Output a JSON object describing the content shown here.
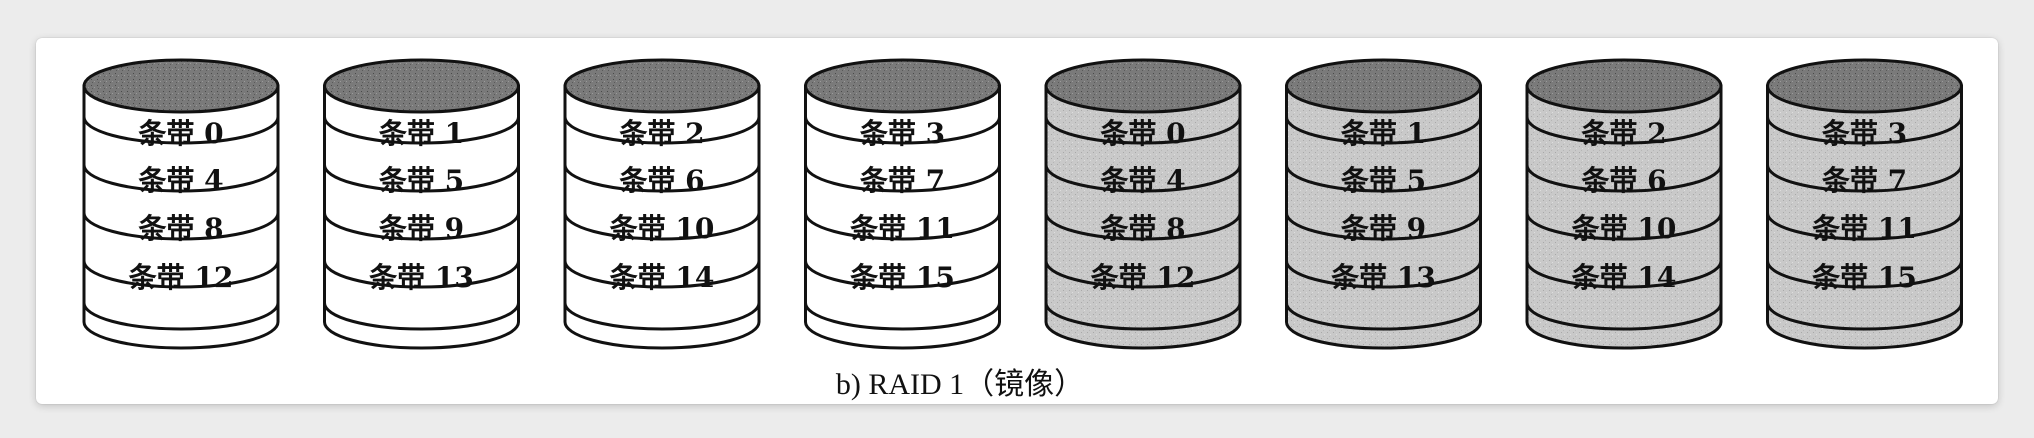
{
  "figure": {
    "caption": "b) RAID 1（镜像）",
    "colors": {
      "data_disk_fill": "#ffffff",
      "mirror_disk_fill": "#c9c9c9",
      "disk_top_fill": "#7d7d7d",
      "outline": "#111111"
    },
    "disks": [
      {
        "role": "data",
        "stripes": [
          "条带 0",
          "条带 4",
          "条带 8",
          "条带 12"
        ]
      },
      {
        "role": "data",
        "stripes": [
          "条带 1",
          "条带 5",
          "条带 9",
          "条带 13"
        ]
      },
      {
        "role": "data",
        "stripes": [
          "条带 2",
          "条带 6",
          "条带 10",
          "条带 14"
        ]
      },
      {
        "role": "data",
        "stripes": [
          "条带 3",
          "条带 7",
          "条带 11",
          "条带 15"
        ]
      },
      {
        "role": "mirror",
        "stripes": [
          "条带 0",
          "条带 4",
          "条带 8",
          "条带 12"
        ]
      },
      {
        "role": "mirror",
        "stripes": [
          "条带 1",
          "条带 5",
          "条带 9",
          "条带 13"
        ]
      },
      {
        "role": "mirror",
        "stripes": [
          "条带 2",
          "条带 6",
          "条带 10",
          "条带 14"
        ]
      },
      {
        "role": "mirror",
        "stripes": [
          "条带 3",
          "条带 7",
          "条带 11",
          "条带 15"
        ]
      }
    ]
  }
}
